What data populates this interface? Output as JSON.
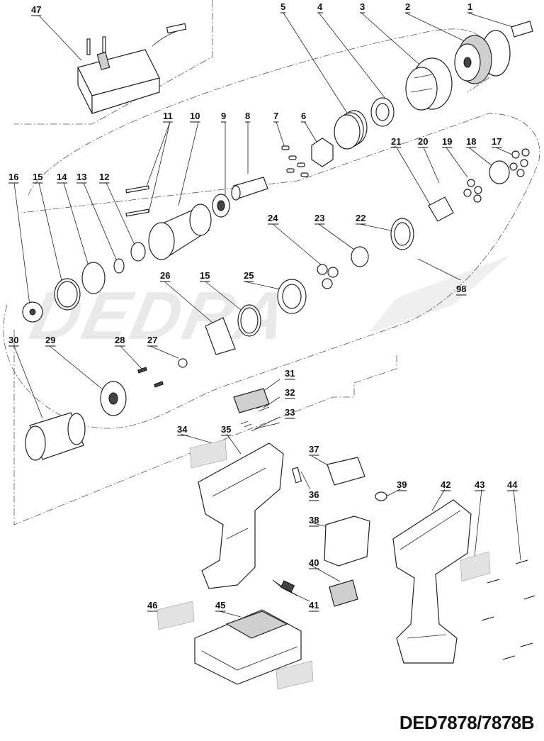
{
  "brand_watermark": "DEDRA",
  "model_label": "DED7878/7878B",
  "colors": {
    "ink": "#111111",
    "part": "#333333",
    "watermark": "#e9e9e9",
    "label_fill": "#e2e2e2"
  },
  "parts": [
    {
      "id": "p1",
      "label": "1"
    },
    {
      "id": "p2",
      "label": "2"
    },
    {
      "id": "p3",
      "label": "3"
    },
    {
      "id": "p4",
      "label": "4"
    },
    {
      "id": "p5",
      "label": "5"
    },
    {
      "id": "p6",
      "label": "6"
    },
    {
      "id": "p7",
      "label": "7"
    },
    {
      "id": "p8",
      "label": "8"
    },
    {
      "id": "p9",
      "label": "9"
    },
    {
      "id": "p10",
      "label": "10"
    },
    {
      "id": "p11",
      "label": "11"
    },
    {
      "id": "p12",
      "label": "12"
    },
    {
      "id": "p13",
      "label": "13"
    },
    {
      "id": "p14",
      "label": "14"
    },
    {
      "id": "p15a",
      "label": "15"
    },
    {
      "id": "p15b",
      "label": "15"
    },
    {
      "id": "p16",
      "label": "16"
    },
    {
      "id": "p17",
      "label": "17"
    },
    {
      "id": "p18",
      "label": "18"
    },
    {
      "id": "p19",
      "label": "19"
    },
    {
      "id": "p20",
      "label": "20"
    },
    {
      "id": "p21",
      "label": "21"
    },
    {
      "id": "p22",
      "label": "22"
    },
    {
      "id": "p23",
      "label": "23"
    },
    {
      "id": "p24",
      "label": "24"
    },
    {
      "id": "p25",
      "label": "25"
    },
    {
      "id": "p26",
      "label": "26"
    },
    {
      "id": "p27",
      "label": "27"
    },
    {
      "id": "p28",
      "label": "28"
    },
    {
      "id": "p29",
      "label": "29"
    },
    {
      "id": "p30",
      "label": "30"
    },
    {
      "id": "p31",
      "label": "31"
    },
    {
      "id": "p32",
      "label": "32"
    },
    {
      "id": "p33",
      "label": "33"
    },
    {
      "id": "p34",
      "label": "34"
    },
    {
      "id": "p35",
      "label": "35"
    },
    {
      "id": "p36",
      "label": "36"
    },
    {
      "id": "p37",
      "label": "37"
    },
    {
      "id": "p38",
      "label": "38"
    },
    {
      "id": "p39",
      "label": "39"
    },
    {
      "id": "p40",
      "label": "40"
    },
    {
      "id": "p41",
      "label": "41"
    },
    {
      "id": "p42",
      "label": "42"
    },
    {
      "id": "p43",
      "label": "43"
    },
    {
      "id": "p44",
      "label": "44"
    },
    {
      "id": "p45",
      "label": "45"
    },
    {
      "id": "p46",
      "label": "46"
    },
    {
      "id": "p47",
      "label": "47"
    },
    {
      "id": "p98",
      "label": "98"
    }
  ]
}
